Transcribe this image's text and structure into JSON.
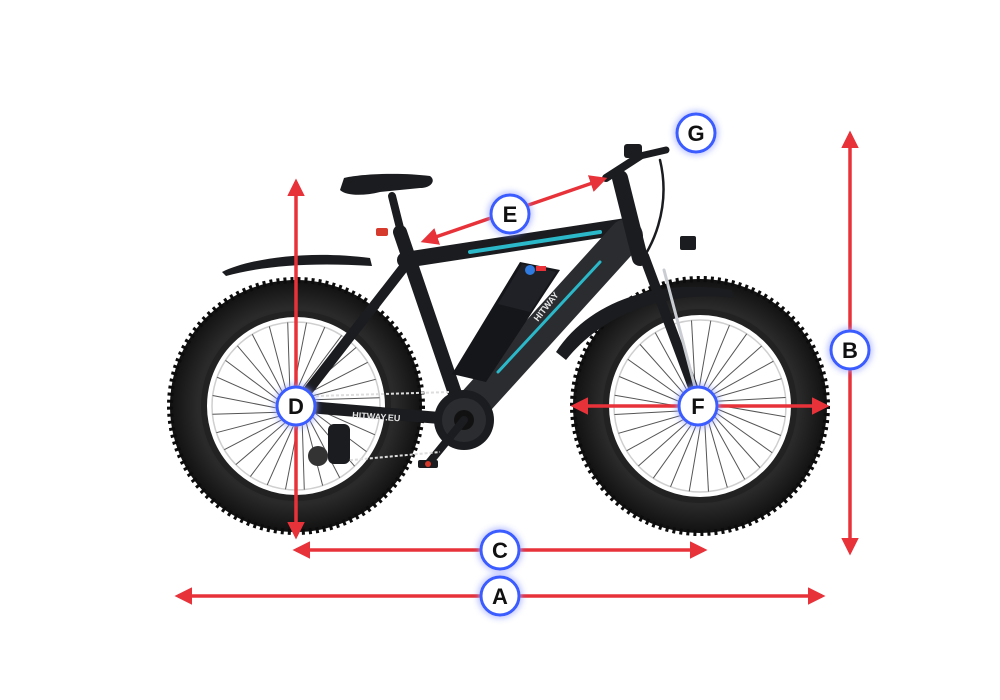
{
  "diagram": {
    "labels": {
      "A": "A",
      "B": "B",
      "C": "C",
      "D": "D",
      "E": "E",
      "F": "F",
      "G": "G"
    },
    "brand_text": "HITWAY",
    "brand_text_small": "HITWAY.EU"
  },
  "colors": {
    "arrow": "#e8323a",
    "badge_glow": "#3a5bff",
    "frame": "#1b1c1f",
    "accent": "#2bb8c9",
    "tire": "#1a1a1a"
  }
}
